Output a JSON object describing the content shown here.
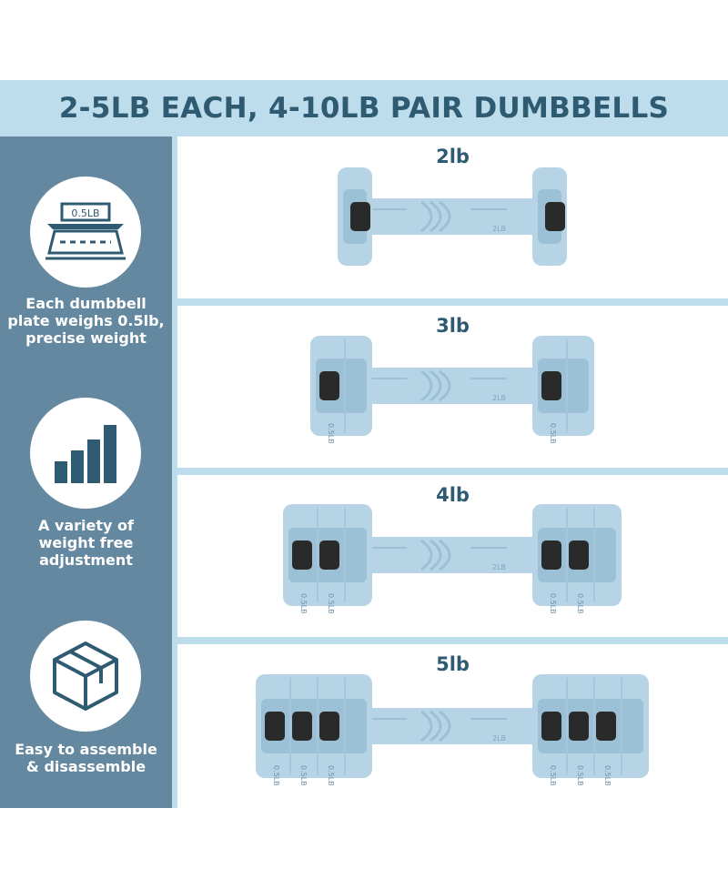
{
  "headline": "2-5LB EACH, 4-10LB PAIR DUMBBELLS",
  "features": [
    {
      "icon": "plate-weight-icon",
      "icon_text": "0.5LB",
      "lines": [
        "Each dumbbell",
        "plate weighs 0.5lb,",
        "precise weight"
      ]
    },
    {
      "icon": "bar-chart-icon",
      "lines": [
        "A variety of",
        "weight free",
        "adjustment"
      ]
    },
    {
      "icon": "cube-icon",
      "lines": [
        "Easy to assemble",
        "& disassemble"
      ]
    }
  ],
  "dumbbells": [
    {
      "label": "2lb",
      "handle_text": "2LB",
      "plates": 0
    },
    {
      "label": "3lb",
      "handle_text": "2LB",
      "plates": 1
    },
    {
      "label": "4lb",
      "handle_text": "2LB",
      "plates": 2
    },
    {
      "label": "5lb",
      "handle_text": "2LB",
      "plates": 3
    }
  ],
  "plate_text": "0.5LB",
  "colors": {
    "panel": "#bddcec",
    "sidebar": "#6388a0",
    "title": "#2f5b72",
    "dumbbell": "#b6d4e6",
    "dumbbell_shade": "#9cc0d6",
    "knob": "#2a2a2a"
  }
}
